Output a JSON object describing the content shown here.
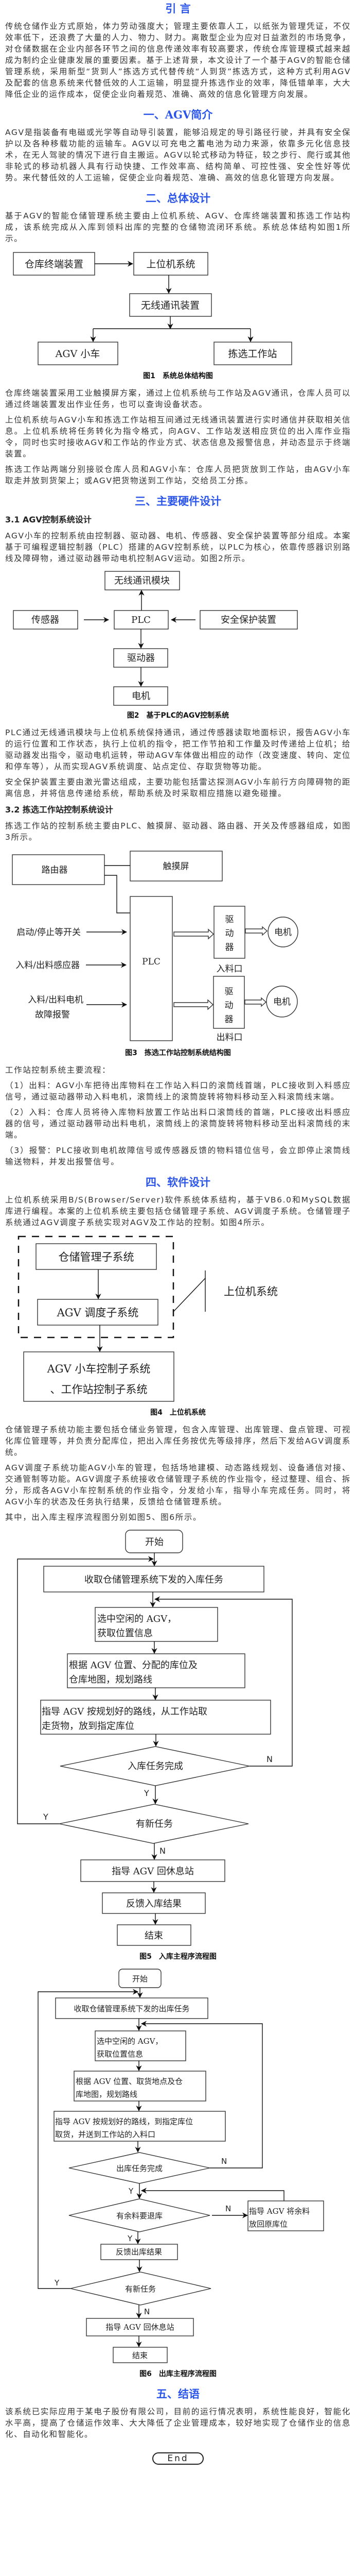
{
  "intro": {
    "title": "引 言",
    "text": "传统仓储作业方式原始，体力劳动强度大；管理主要依靠人工，以纸张为管理凭证，不仅效率低下，还浪费了大量的人力、物力、财力。离散型企业为应对日益激烈的市场竞争，对仓储数据在企业内部各环节之间的信息传递效率有较高要求，传统仓库管理模式越来越成为制约企业健康发展的重要因素。基于上述背景，本文设计了一个基于AGV的智能仓储管理系统，采用新型“货到人”拣选方式代替传统“人到货”拣选方式，这种方式利用AGV及配套的信息系统来代替低效的人工运输，明显提升拣选作业的效率，降低错单率，大大降低企业的运作成本，促使企业向着规范、准确、高效的信息化管理方向发展。"
  },
  "s1": {
    "title": "一、AGV简介",
    "text": "AGV是指装备有电磁或光学等自动导引装置，能够沿规定的导引路径行驶，并具有安全保护以及各种移载功能的运输车。AGV以可充电之蓄电池为动力来源，依靠多元化信息技术，在无人驾驶的情况下进行自主搬运。AGV以轮式移动为特征，较之步行、爬行或其他非轮式的移动机器人具有行动快捷、工作效率高、结构简单、可控性强、安全性好等优势。来代替低效的人工运输，促使企业向着规范、准确、高效的信息化管理方向发展。"
  },
  "s2": {
    "title": "二、总体设计",
    "p1": "基于AGV的智能仓储管理系统主要由上位机系统、AGV、仓库终端装置和拣选工作站构成，该系统完成从入库到领料出库的完整的仓储物流闭环系统。系统总体结构如图1所示。",
    "p2": "仓库终端装置采用工业触摸屏方案，通过上位机系统与工作站及AGV通讯，仓库人员可以通过终端装置发出作业任务，也可以查询设备状态。",
    "p3": "上位机系统与AGV小车和拣选工作站相互间通过无线通讯装置进行实时通信并获取相关信息。上位机系统将任务转化为指令格式，向AGV、工作站发送相应货位的出入库作业指令，同时也实时接收AGV和工作站的作业方式、状态信息及报警信息，并动态显示于终端装置。",
    "p4": "拣选工作站两端分别接驳仓库人员和AGV小车：仓库人员把货放到工作站，由AGV小车取走并放到货架上；或AGV把货物送到工作站，交给员工分拣。"
  },
  "fig1": {
    "terminal": "仓库终端装置",
    "host": "上位机系统",
    "wireless": "无线通讯装置",
    "agv": "AGV 小车",
    "station": "拣选工作站",
    "caption": "图1　系统总体结构图"
  },
  "s3": {
    "title": "三、主要硬件设计",
    "sub1": "3.1 AGV控制系统设计",
    "p1": "AGV小车的控制系统由控制器、驱动器、电机、传感器、安全保护装置等部分组成。本案基于可编程逻辑控制器（PLC）搭建的AGV控制系统，以PLC为核心，依靠传感器识别路线及障碍物，通过驱动器带动电机控制AGV运动。如图2所示。",
    "p2": "PLC通过无线通讯模块与上位机系统保持通讯，通过传感器读取地面标识，报告AGV小车的运行位置和工作状态，执行上位机的指令，把工作节拍和工作量及时传递给上位机；给驱动器发出指令，驱动电机运转，带动AGV车体做出相应的动作（改变速度、转向、定位和停车等），从而实现AGV系统调度、站点定位、存取货物等功能。",
    "p3": "安全保护装置主要由激光雷达组成，主要功能包括雷达探测AGV小车前行方向障碍物的距离信息，并将信息传递给系统，帮助系统及时采取相应措施以避免碰撞。",
    "sub2": "3.2 拣选工作站控制系统设计",
    "p4": "拣选工作站的控制系统主要由PLC、触摸屏、驱动器、路由器、开关及传感器组成，如图3所示。",
    "p5": "工作站控制系统主要流程：",
    "p6": "（1）出料：AGV小车把待出库物料在工作站入料口的滚筒线首端，PLC接收到入料感应信号，通过驱动器带动入料电机，滚筒线上的滚筒旋转将物料移动至入料滚筒线末端。",
    "p7": "（2）入料：仓库人员将待入库物料放置工作站出料口滚筒线的首端，PLC接收出料感应器的信号，通过驱动器带动出料电机，滚筒线上的滚筒旋转将物料移动至出料滚筒线的末端。",
    "p8": "（3）报警：PLC接收到电机故障信号或传感器反馈的物料错位信号，会立即停止滚筒线输送物料，并发出报警信号。"
  },
  "fig2": {
    "wireless": "无线通讯模块",
    "sensor": "传感器",
    "plc": "PLC",
    "safety": "安全保护装置",
    "driver": "驱动器",
    "motor": "电机",
    "caption": "图2　基于PLC的AGV控制系统"
  },
  "fig3": {
    "router": "路由器",
    "touch": "触摸屏",
    "plc": "PLC",
    "in1": "启动/停止等开关",
    "in2": "入料/出料感应器",
    "in3a": "入料/出料电机",
    "in3b": "故障报警",
    "driver_chars": [
      "驱",
      "动",
      "器"
    ],
    "motor": "电机",
    "inlet": "入料口",
    "outlet": "出料口",
    "caption": "图3　拣选工作站控制系统结构图"
  },
  "s4": {
    "title": "四、软件设计",
    "p1": "上位机系统采用B/S(Browser/Server)软件系统体系结构，基于VB6.0和MySQL数据库进行编程。本案的上位机系统主要包括仓储管理子系统、AGV调度子系统。仓储管理子系统通过AGV调度子系统实现对AGV及工作站的控制。如图4所示。",
    "p2": "仓储管理子系统功能主要包括仓储业务管理，包含入库管理、出库管理、盘点管理、可视化库位管理等，并负责分配库位，把出入库任务按优先等级排序，然后下发给AGV调度系统。",
    "p3": "AGV调度子系统功能AGV小车的管理，包括场地建模、动态路线规划、设备通信对接、交通管制等功能。AGV调度子系统接收仓储管理子系统的作业指令，经过整理、组合、拆分，形成各AGV小车控制系统的作业指令，分发给小车，指导小车完成任务。同时，将AGV小车的状态及任务执行结果，反馈给仓储管理系统。",
    "p4": "其中，出入库主程序流程图分别如图5、图6所示。"
  },
  "fig4": {
    "wms": "仓储管理子系统",
    "dispatch": "AGV 调度子系统",
    "host_label": "上位机系统",
    "ctrl_line1": "AGV 小车控制子系统",
    "ctrl_line2": "、工作站控制子系统",
    "caption": "图4　上位机系统"
  },
  "fig5": {
    "start": "开始",
    "receive": "收取仓储管理系统下发的入库任务",
    "select1": "选中空闲的 AGV，",
    "select2": "获取位置信息",
    "plan1": "根据 AGV 位置、分配的库位及",
    "plan2": "仓库地图，规划路线",
    "guide1": "指导 AGV 按规划好的路线，从工作站取",
    "guide2": "走货物，放到指定库位",
    "done": "入库任务完成",
    "new_task": "有新任务",
    "rest": "指导 AGV 回休息站",
    "feedback": "反馈入库结果",
    "end": "结束",
    "yes": "Y",
    "no": "N",
    "caption": "图5　入库主程序流程图"
  },
  "fig6": {
    "start": "开始",
    "receive": "收取仓储管理系统下发的出库任务",
    "select1": "选中空闲的 AGV，",
    "select2": "获取位置信息",
    "plan1": "根据 AGV 位置、取货地点及仓",
    "plan2": "库地图，规划路线",
    "guide1": "指导 AGV 按规划好的路线，到指定库位",
    "guide2": "取货，并送到工作站的入料口",
    "done": "出库任务完成",
    "leftover": "有余料要退库",
    "return1": "指导 AGV 将余料",
    "return2": "放回原库位",
    "feedback": "反馈出库结果",
    "new_task": "有新任务",
    "rest": "指导 AGV 回休息站",
    "end": "结束",
    "yes": "Y",
    "no": "N",
    "caption": "图6　出库主程序流程图"
  },
  "s5": {
    "title": "五、结语",
    "text": "该系统已实际应用于某电子股份有限公司，目前的运行情况表明，系统性能良好，智能化水平高，提高了仓储运作效率、大大降低了企业管理成本，较好地实现了仓储作业的信息化、自动化和智能化。"
  },
  "end_mark": "End"
}
